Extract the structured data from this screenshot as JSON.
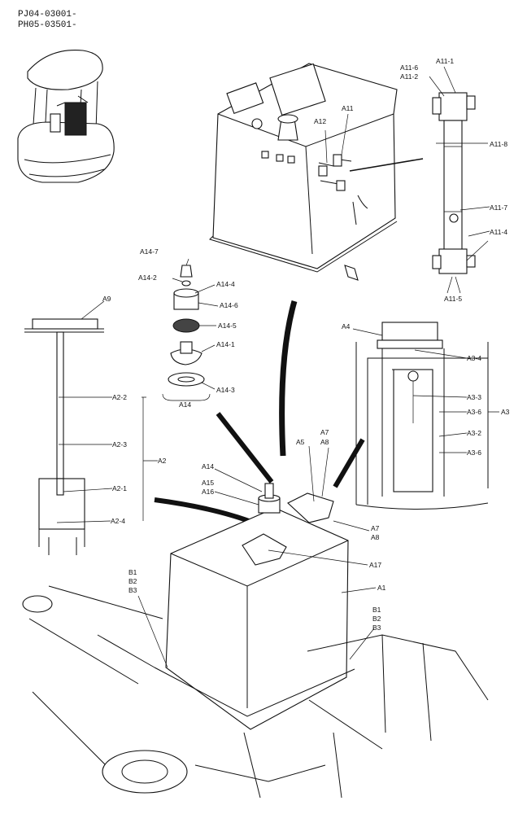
{
  "header": {
    "line1": "PJ04-03001-",
    "line2": "PH05-03501-"
  },
  "labels": {
    "A11_1": "A11-1",
    "A11_6": "A11-6",
    "A11_2": "A11-2",
    "A11": "A11",
    "A12": "A12",
    "A11_8": "A11-8",
    "A11_7": "A11-7",
    "A11_4": "A11-4",
    "A11_5": "A11-5",
    "A14_7": "A14-7",
    "A14_2": "A14-2",
    "A14_4": "A14-4",
    "A14_6": "A14-6",
    "A14_5": "A14-5",
    "A14_1": "A14-1",
    "A14_3": "A14-3",
    "A14": "A14",
    "A9": "A9",
    "A2_2": "A2-2",
    "A2_3": "A2-3",
    "A2": "A2",
    "A2_1": "A2-1",
    "A2_4": "A2-4",
    "A4": "A4",
    "A3_4": "A3-4",
    "A3_3": "A3-3",
    "A3_6a": "A3-6",
    "A3": "A3",
    "A3_2": "A3-2",
    "A3_6b": "A3-6",
    "A7a": "A7",
    "A8a": "A8",
    "A5": "A5",
    "A14b": "A14",
    "A15": "A15",
    "A16": "A16",
    "A7b": "A7",
    "A8b": "A8",
    "A17": "A17",
    "A1": "A1",
    "B1a": "B1",
    "B2a": "B2",
    "B3a": "B3",
    "B1b": "B1",
    "B2b": "B2",
    "B3b": "B3"
  }
}
